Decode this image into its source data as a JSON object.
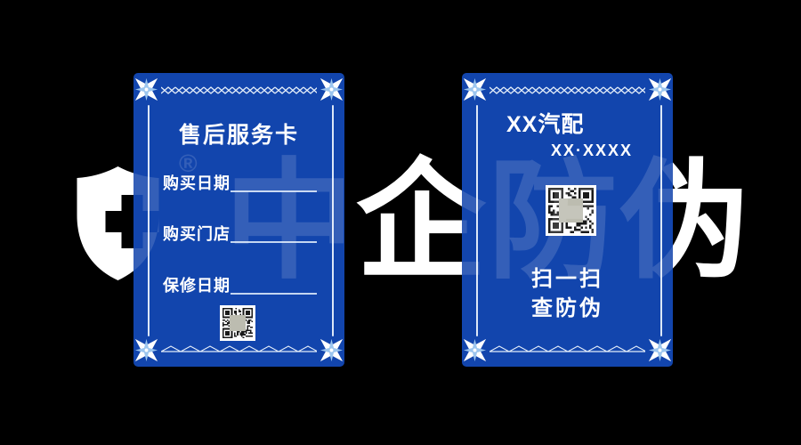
{
  "background_color": "#000000",
  "card_color": "#1245ad",
  "ornament_color": "#9cc6ef",
  "qr_center_color": "#bcbcb0",
  "watermark": {
    "logo": "shield-cross-icon",
    "registered": "®",
    "text": "中企防伪"
  },
  "left_card": {
    "title": "售后服务卡",
    "fields": [
      {
        "label": "购买日期"
      },
      {
        "label": "购买门店"
      },
      {
        "label": "保修日期"
      }
    ],
    "qr": "qr-code"
  },
  "right_card": {
    "brand": "XX汽配",
    "model": "XX·XXXX",
    "scan_line1": "扫一扫",
    "scan_line2": "查防伪",
    "qr": "qr-code"
  }
}
